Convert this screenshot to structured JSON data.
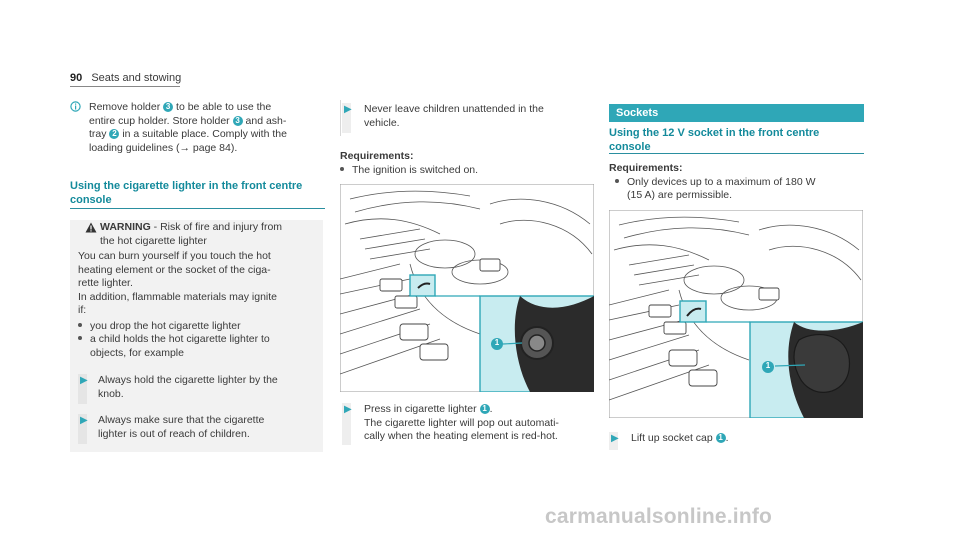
{
  "header": {
    "page_number": "90",
    "section": "Seats and stowing"
  },
  "col1": {
    "note_lines": [
      "Remove holder 3 to be able to use the",
      "entire cup holder. Store holder 3 and ash-",
      "tray 2 in a suitable place. Comply with the",
      "loading guidelines (→ page 84)."
    ],
    "heading_lines": [
      "Using the cigarette lighter in the front centre",
      "console"
    ],
    "warning_label": "WARNING",
    "warning_rest": " - Risk of fire and injury from",
    "warning_line2": "the hot cigarette lighter",
    "warning_body": [
      "You can burn yourself if you touch the hot",
      "heating element or the socket of the ciga-",
      "rette lighter.",
      "In addition, flammable materials may ignite",
      "if:"
    ],
    "bullets": [
      [
        "you drop the hot cigarette lighter"
      ],
      [
        "a child holds the hot cigarette lighter to",
        "objects, for example"
      ]
    ],
    "actions": [
      [
        "Always hold the cigarette lighter by the",
        "knob."
      ],
      [
        "Always make sure that the cigarette",
        "lighter is out of reach of children."
      ]
    ]
  },
  "col2": {
    "action_lines": [
      "Never leave children unattended in the",
      "vehicle."
    ],
    "req_label": "Requirements:",
    "req_items": [
      "The ignition is switched on."
    ],
    "step_lines": [
      "Press in cigarette lighter",
      "The cigarette lighter will pop out automati-",
      "cally when the heating element is red-hot."
    ],
    "badge": "1"
  },
  "col3": {
    "section_label": "Sockets",
    "heading_lines": [
      "Using the 12 V socket in the front centre",
      "console"
    ],
    "req_label": "Requirements:",
    "req_lines": [
      "Only devices up to a maximum of 180 W",
      "(15 A) are permissible."
    ],
    "step_text": "Lift up socket cap",
    "badge": "1"
  },
  "footer": {
    "watermark": "carmanualsonline.info"
  },
  "colors": {
    "accent": "#2fa7b7",
    "heading": "#138a9b",
    "highlight": "#c8ecf0"
  }
}
